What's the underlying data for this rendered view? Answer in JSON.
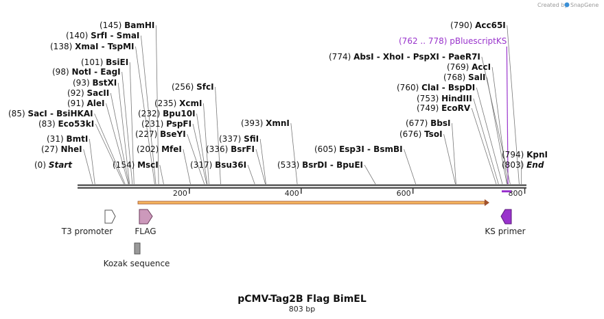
{
  "credit": {
    "text": "Created by",
    "brand": "SnapGene"
  },
  "title": "pCMV-Tag2B Flag BimEL",
  "length_text": "803 bp",
  "length_bp": 803,
  "sites": [
    {
      "pos": "(145)",
      "name": "BamHI",
      "bp": 145
    },
    {
      "pos": "(140)",
      "name": "SrfI  -  SmaI",
      "bp": 140
    },
    {
      "pos": "(138)",
      "name": "XmaI  -  TspMI",
      "bp": 138
    },
    {
      "pos": "(101)",
      "name": "BsiEI",
      "bp": 101
    },
    {
      "pos": "(98)",
      "name": "NotI  -  EagI",
      "bp": 98
    },
    {
      "pos": "(93)",
      "name": "BstXI",
      "bp": 93
    },
    {
      "pos": "(92)",
      "name": "SacII",
      "bp": 92
    },
    {
      "pos": "(91)",
      "name": "AleI",
      "bp": 91
    },
    {
      "pos": "(85)",
      "name": "SacI  -  BsiHKAI",
      "bp": 85
    },
    {
      "pos": "(83)",
      "name": "Eco53kI",
      "bp": 83
    },
    {
      "pos": "(31)",
      "name": "BmtI",
      "bp": 31
    },
    {
      "pos": "(27)",
      "name": "NheI",
      "bp": 27
    },
    {
      "pos": "(0)",
      "name": "Start",
      "bp": 0,
      "italic": true
    },
    {
      "pos": "(154)",
      "name": "MscI",
      "bp": 154
    },
    {
      "pos": "(256)",
      "name": "SfcI",
      "bp": 256
    },
    {
      "pos": "(235)",
      "name": "XcmI",
      "bp": 235
    },
    {
      "pos": "(232)",
      "name": "Bpu10I",
      "bp": 232
    },
    {
      "pos": "(231)",
      "name": "PspFI",
      "bp": 231
    },
    {
      "pos": "(227)",
      "name": "BseYI",
      "bp": 227
    },
    {
      "pos": "(202)",
      "name": "MfeI",
      "bp": 202
    },
    {
      "pos": "(317)",
      "name": "Bsu36I",
      "bp": 317
    },
    {
      "pos": "(393)",
      "name": "XmnI",
      "bp": 393
    },
    {
      "pos": "(337)",
      "name": "SfiI",
      "bp": 337
    },
    {
      "pos": "(336)",
      "name": "BsrFI",
      "bp": 336
    },
    {
      "pos": "(533)",
      "name": "BsrDI  -  BpuEI",
      "bp": 533
    },
    {
      "pos": "(605)",
      "name": "Esp3I  -  BsmBI",
      "bp": 605
    },
    {
      "pos": "(677)",
      "name": "BbsI",
      "bp": 677
    },
    {
      "pos": "(676)",
      "name": "TsoI",
      "bp": 676
    },
    {
      "pos": "(790)",
      "name": "Acc65I",
      "bp": 790
    },
    {
      "pos": "(762 .. 778)",
      "name": "pBluescriptKS",
      "bp": 770,
      "primer": true
    },
    {
      "pos": "(774)",
      "name": "AbsI  -  XhoI  -  PspXI  -  PaeR7I",
      "bp": 774
    },
    {
      "pos": "(769)",
      "name": "AccI",
      "bp": 769
    },
    {
      "pos": "(768)",
      "name": "SalI",
      "bp": 768
    },
    {
      "pos": "(760)",
      "name": "ClaI  -  BspDI",
      "bp": 760
    },
    {
      "pos": "(753)",
      "name": "HindIII",
      "bp": 753
    },
    {
      "pos": "(749)",
      "name": "EcoRV",
      "bp": 749
    },
    {
      "pos": "(794)",
      "name": "KpnI",
      "bp": 794
    },
    {
      "pos": "(803)",
      "name": "End",
      "bp": 803,
      "italic": true
    }
  ],
  "ticks": [
    {
      "bp": 200,
      "label": "200"
    },
    {
      "bp": 400,
      "label": "400"
    },
    {
      "bp": 600,
      "label": "600"
    },
    {
      "bp": 800,
      "label": "800"
    }
  ],
  "features": [
    {
      "name": "T3 promoter",
      "bp": 50,
      "color": "#ffffff"
    },
    {
      "name": "FLAG",
      "bp": 122,
      "color": "#cc99bb"
    },
    {
      "name": "KS primer",
      "bp": 770,
      "color": "#9933cc"
    },
    {
      "name": "Kozak sequence",
      "bp": 106,
      "color": "#999999"
    }
  ],
  "colors": {
    "backbone": "#333333",
    "orf": "#f5b55f",
    "primer": "#9933cc",
    "text": "#111111"
  }
}
